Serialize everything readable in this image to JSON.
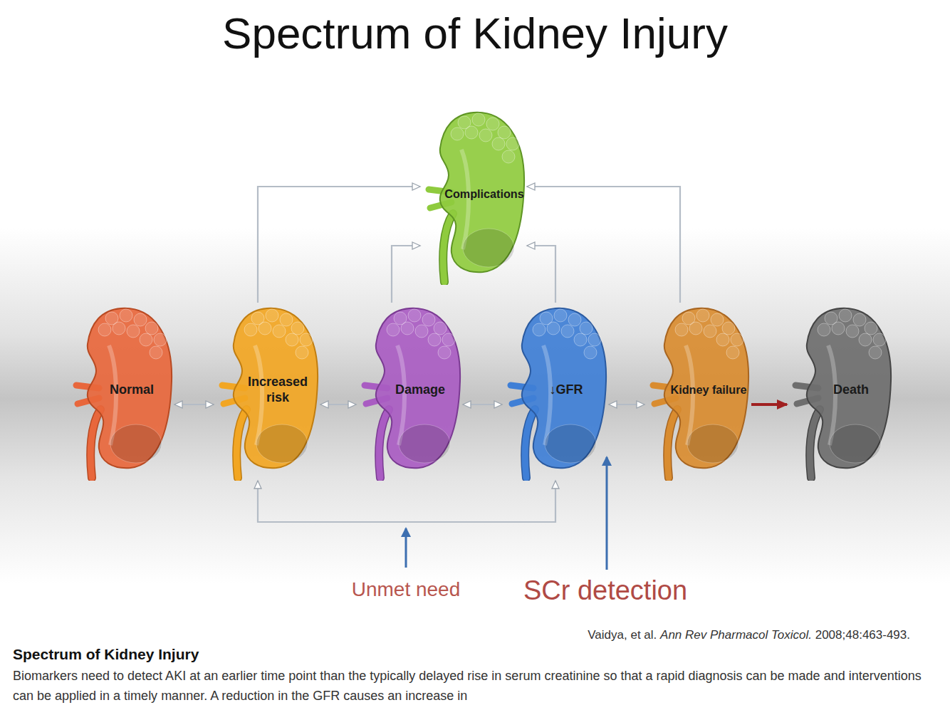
{
  "diagram": {
    "title": "Spectrum of Kidney Injury",
    "caption": "Biomarkers need to detect AKI at an earlier time point than the typically delayed rise in serum creatinine so that a rapid diagnosis can be made and interventions can be applied in a timely manner. A reduction in the GFR causes an increase in",
    "nodes": [
      {
        "text": [
          "Complications"
        ]
      },
      {
        "text": [
          "Normal"
        ]
      },
      {
        "text": [
          "Increased risk"
        ]
      },
      {
        "text": [
          "Damage"
        ]
      },
      {
        "text": [
          "↓GFR"
        ]
      },
      {
        "text": [
          "Kidney failure"
        ]
      },
      {
        "text": [
          "Death"
        ]
      }
    ],
    "edges": [
      {
        "from": 1,
        "to": 2,
        "arrow": "both"
      },
      {
        "from": 2,
        "to": 3,
        "arrow": "both"
      },
      {
        "from": 3,
        "to": 4,
        "arrow": "both"
      },
      {
        "from": 4,
        "to": 5,
        "arrow": "both"
      },
      {
        "from": 5,
        "to": 6,
        "arrow": "to"
      },
      {
        "from": 2,
        "to": 0,
        "arrow": "to"
      },
      {
        "from": 3,
        "to": 0,
        "arrow": "to"
      },
      {
        "from": 4,
        "to": 0,
        "arrow": "to"
      },
      {
        "from": 5,
        "to": 0,
        "arrow": "to"
      },
      {
        "from": 2,
        "to": 4,
        "arrow": "both"
      }
    ],
    "labels": [
      "Unmet need",
      "SCr detection",
      "Vaidya, et al.",
      "Ann Rev Pharmacol Toxicol.",
      "2008;48:463-493.",
      "Spectrum of Kidney Injury"
    ]
  }
}
